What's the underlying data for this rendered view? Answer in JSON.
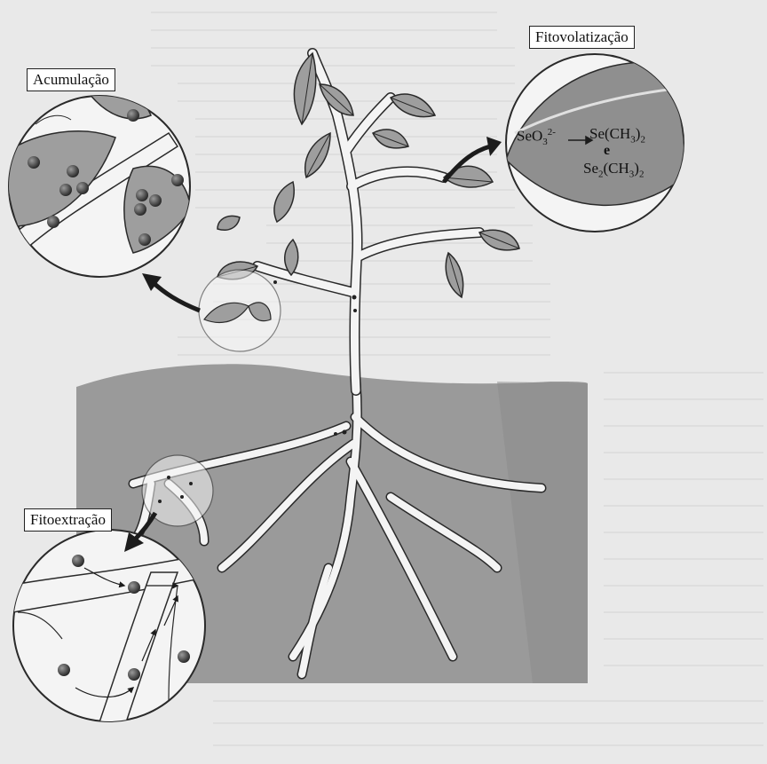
{
  "labels": {
    "accumulation": "Acumulação",
    "phytovolatilization": "Fitovolatização",
    "phytoextraction": "Fitoextração"
  },
  "reaction": {
    "reactant_base": "SeO",
    "reactant_sub": "3",
    "reactant_sup": "2-",
    "product1_base": "Se(CH",
    "product1_sub": "3",
    "product1_tail": ")",
    "product1_tail_sub": "2",
    "connector": "e",
    "product2_base": "Se",
    "product2_sub": "2",
    "product2_mid": "(CH",
    "product2_sub2": "3",
    "product2_tail": ")",
    "product2_tail_sub": "2"
  },
  "colors": {
    "paper": "#e9e9e9",
    "soil": "#9a9a9a",
    "leaf": "#9e9e9e",
    "leaf_dark": "#7a7a7a",
    "stem": "#f4f4f4",
    "outline": "#2a2a2a",
    "metal_ball": "#3b3b3b",
    "arrow": "#1c1c1c"
  },
  "icons": {
    "metal_particle": "metal-ion-icon",
    "flow_arrow": "arrow-icon"
  }
}
